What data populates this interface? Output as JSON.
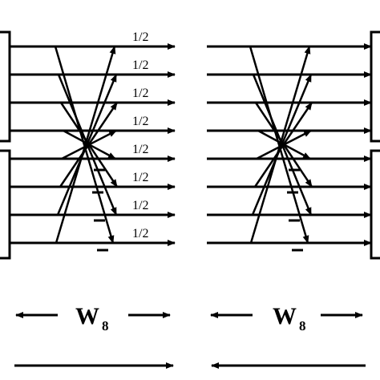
{
  "stage_left": {
    "output_labels": [
      "1/2",
      "1/2",
      "1/2",
      "1/2",
      "1/2",
      "1/2",
      "1/2",
      "1/2"
    ]
  },
  "span_labels": {
    "left": {
      "symbol": "W",
      "subscript": "8"
    },
    "right": {
      "symbol": "W",
      "subscript": "8"
    }
  },
  "colors": {
    "ink": "#000000",
    "background": "#ffffff"
  }
}
